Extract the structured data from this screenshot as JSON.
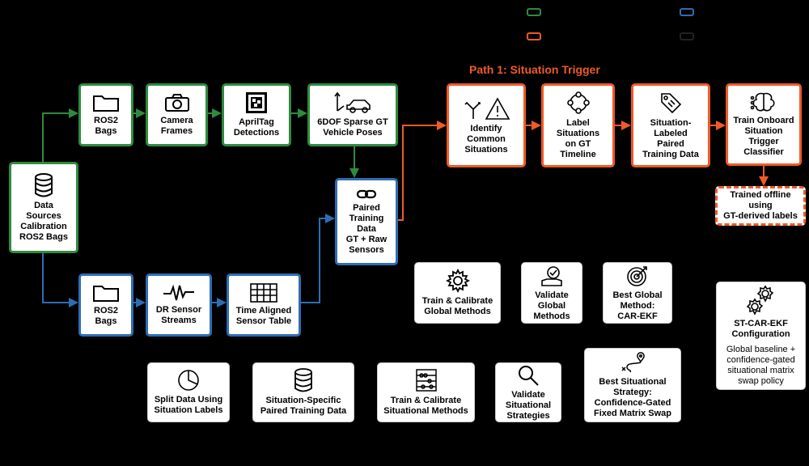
{
  "path_title": "Path 1: Situation Trigger",
  "colors": {
    "green": "#2e8b3e",
    "blue": "#2e6db5",
    "orange": "#f05a28",
    "black": "#000000"
  },
  "nodes": {
    "data_sources": "Data\nSources\nCalibration\nROS2 Bags",
    "ros2_bags_top": "ROS2\nBags",
    "camera_frames": "Camera\nFrames",
    "apriltag": "AprilTag\nDetections",
    "gt_poses": "6DOF Sparse GT\nVehicle Poses",
    "paired_training": "Paired\nTraining\nData\nGT + Raw\nSensors",
    "ros2_bags_bottom": "ROS2\nBags",
    "dr_sensor": "DR Sensor\nStreams",
    "time_aligned": "Time Aligned\nSensor Table",
    "identify": "Identify\nCommon\nSituations",
    "label_situations": "Label\nSituations\non GT\nTimeline",
    "situation_labeled": "Situation-\nLabeled\nPaired\nTraining Data",
    "train_classifier": "Train Onboard\nSituation\nTrigger\nClassifier",
    "trained_offline": "Trained offline\nusing\nGT-derived labels",
    "train_global": "Train & Calibrate\nGlobal Methods",
    "validate_global": "Validate\nGlobal\nMethods",
    "best_global": "Best Global\nMethod:\nCAR-EKF",
    "st_car_title": "ST-CAR-EKF\nConfiguration",
    "st_car_desc": "Global baseline +\nconfidence-gated\nsituational matrix\nswap policy",
    "split_data": "Split Data Using\nSituation Labels",
    "situation_specific": "Situation-Specific\nPaired Training Data",
    "train_situational": "Train & Calibrate\nSituational Methods",
    "validate_situational": "Validate\nSituational\nStrategies",
    "best_situational": "Best Situational\nStrategy:\nConfidence-Gated\nFixed Matrix Swap"
  },
  "icons": {
    "data_sources": "database-icon",
    "ros2_bags": "folder-icon",
    "camera_frames": "camera-icon",
    "apriltag": "apriltag-icon",
    "gt_poses": "car-axes-icon",
    "paired_training": "link-icon",
    "dr_sensor": "waveform-icon",
    "time_aligned": "table-icon",
    "identify": "fork-warning-icon",
    "label_situations": "cycle-icon",
    "situation_labeled": "tag-icon",
    "train_classifier": "brain-icon",
    "train_global": "gear-icon",
    "validate_global": "check-badge-icon",
    "best_global": "target-icon",
    "st_car": "gears-icon",
    "split_data": "pie-icon",
    "situation_specific": "database-icon",
    "train_situational": "abacus-icon",
    "validate_situational": "magnifier-icon",
    "best_situational": "route-icon"
  }
}
